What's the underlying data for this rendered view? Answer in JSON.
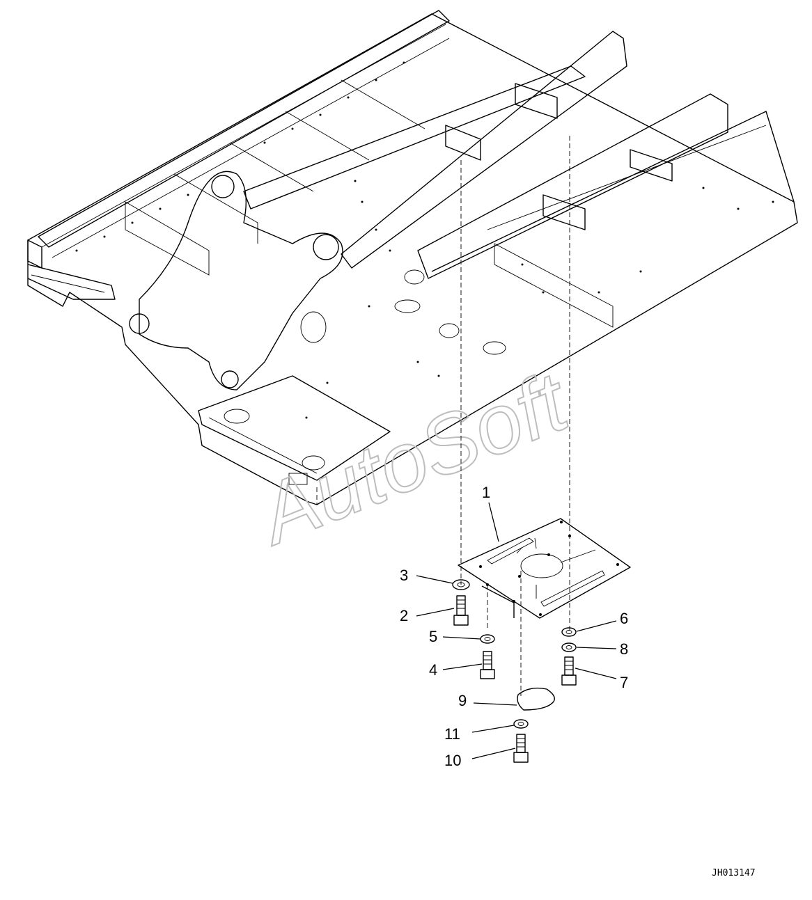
{
  "callouts": [
    {
      "id": "1",
      "label": "1"
    },
    {
      "id": "2",
      "label": "2"
    },
    {
      "id": "3",
      "label": "3"
    },
    {
      "id": "4",
      "label": "4"
    },
    {
      "id": "5",
      "label": "5"
    },
    {
      "id": "6",
      "label": "6"
    },
    {
      "id": "7",
      "label": "7"
    },
    {
      "id": "8",
      "label": "8"
    },
    {
      "id": "9",
      "label": "9"
    },
    {
      "id": "10",
      "label": "10"
    },
    {
      "id": "11",
      "label": "11"
    }
  ],
  "drawing_code": "JH013147",
  "watermark": "AutoSoft"
}
